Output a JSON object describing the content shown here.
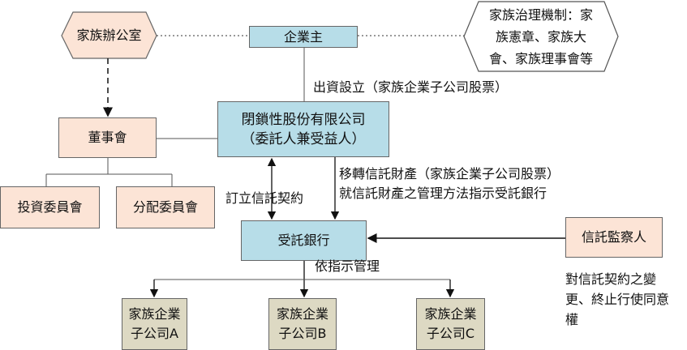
{
  "nodes": {
    "family_office": "家族辦公室",
    "owner": "企業主",
    "governance": [
      "家族治理機制：家",
      "族憲章、家族大",
      "會、家族理事會等"
    ],
    "holding_company": [
      "閉鎖性股份有限公司",
      "（委託人兼受益人）"
    ],
    "board": "董事會",
    "investment_committee": "投資委員會",
    "distribution_committee": "分配委員會",
    "trustee_bank": "受託銀行",
    "trust_supervisor": "信託監察人",
    "subsidiaries": [
      [
        "家族企業",
        "子公司A"
      ],
      [
        "家族企業",
        "子公司B"
      ],
      [
        "家族企業",
        "子公司C"
      ]
    ]
  },
  "edge_labels": {
    "capital": "出資設立（家族企業子公司股票）",
    "contract": "訂立信託契約",
    "transfer": [
      "移轉信託財產（家族企業子公司股票）",
      "就信託財產之管理方法指示受託銀行"
    ],
    "manage": "依指示管理",
    "supervisor_rights": [
      "對信託契約之變",
      "更、終止行使同意",
      "權"
    ]
  },
  "colors": {
    "blue": "#b7dde8",
    "peach": "#fce4d6",
    "tan": "#ddd9c3"
  }
}
